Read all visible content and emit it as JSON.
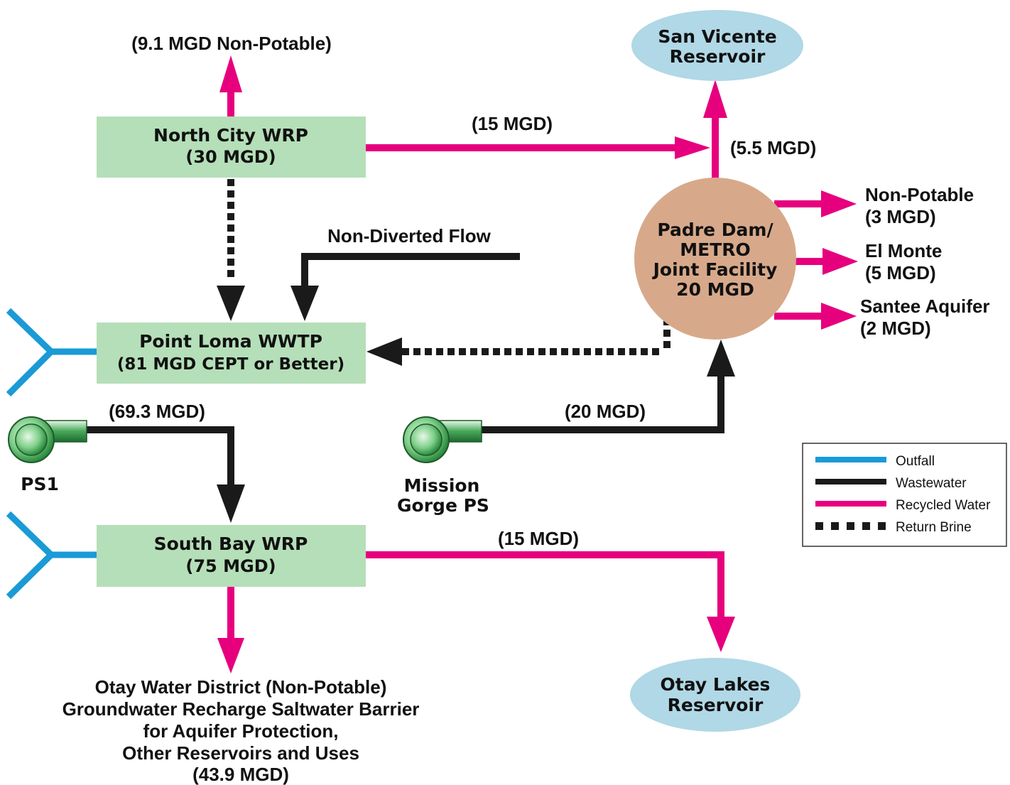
{
  "colors": {
    "outfall": "#1a9ad6",
    "wastewater": "#1a1a1a",
    "recycled": "#e6007e",
    "plant_fill": "#b5dfb8",
    "reservoir_fill": "#b0d8e6",
    "joint_fill": "#d7a98a"
  },
  "nodes": {
    "north_city": {
      "name": "North City WRP",
      "capacity": "(30 MGD)"
    },
    "point_loma": {
      "name": "Point Loma WWTP",
      "capacity": "(81 MGD CEPT or Better)"
    },
    "south_bay": {
      "name": "South Bay WRP",
      "capacity": "(75 MGD)"
    },
    "padre_dam": {
      "line1": "Padre Dam/",
      "line2": "METRO",
      "line3": "Joint Facility",
      "line4": "20 MGD"
    },
    "san_vicente": {
      "line1": "San Vicente",
      "line2": "Reservoir"
    },
    "otay_lakes": {
      "line1": "Otay Lakes",
      "line2": "Reservoir"
    },
    "ps1": {
      "label": "PS1"
    },
    "mission_gorge": {
      "line1": "Mission",
      "line2": "Gorge PS"
    }
  },
  "flows": {
    "north_city_nonpotable": "(9.1 MGD Non-Potable)",
    "north_city_to_sv": "(15 MGD)",
    "padre_to_sv": "(5.5 MGD)",
    "non_diverted": "Non-Diverted Flow",
    "ps1_flow": "(69.3 MGD)",
    "mission_gorge_flow": "(20 MGD)",
    "south_bay_to_otay": "(15 MGD)",
    "padre_nonpotable_1": "Non-Potable",
    "padre_nonpotable_2": "(3 MGD)",
    "el_monte_1": "El Monte",
    "el_monte_2": "(5 MGD)",
    "santee_1": "Santee Aquifer",
    "santee_2": "(2 MGD)",
    "south_bay_uses": [
      "Otay Water District (Non-Potable)",
      "Groundwater Recharge Saltwater Barrier",
      "for Aquifer Protection,",
      "Other Reservoirs and Uses",
      "(43.9 MGD)"
    ]
  },
  "legend": {
    "items": [
      {
        "label": "Outfall",
        "style": "outfall"
      },
      {
        "label": "Wastewater",
        "style": "wastewater"
      },
      {
        "label": "Recycled Water",
        "style": "recycled"
      },
      {
        "label": "Return Brine",
        "style": "brine"
      }
    ]
  }
}
